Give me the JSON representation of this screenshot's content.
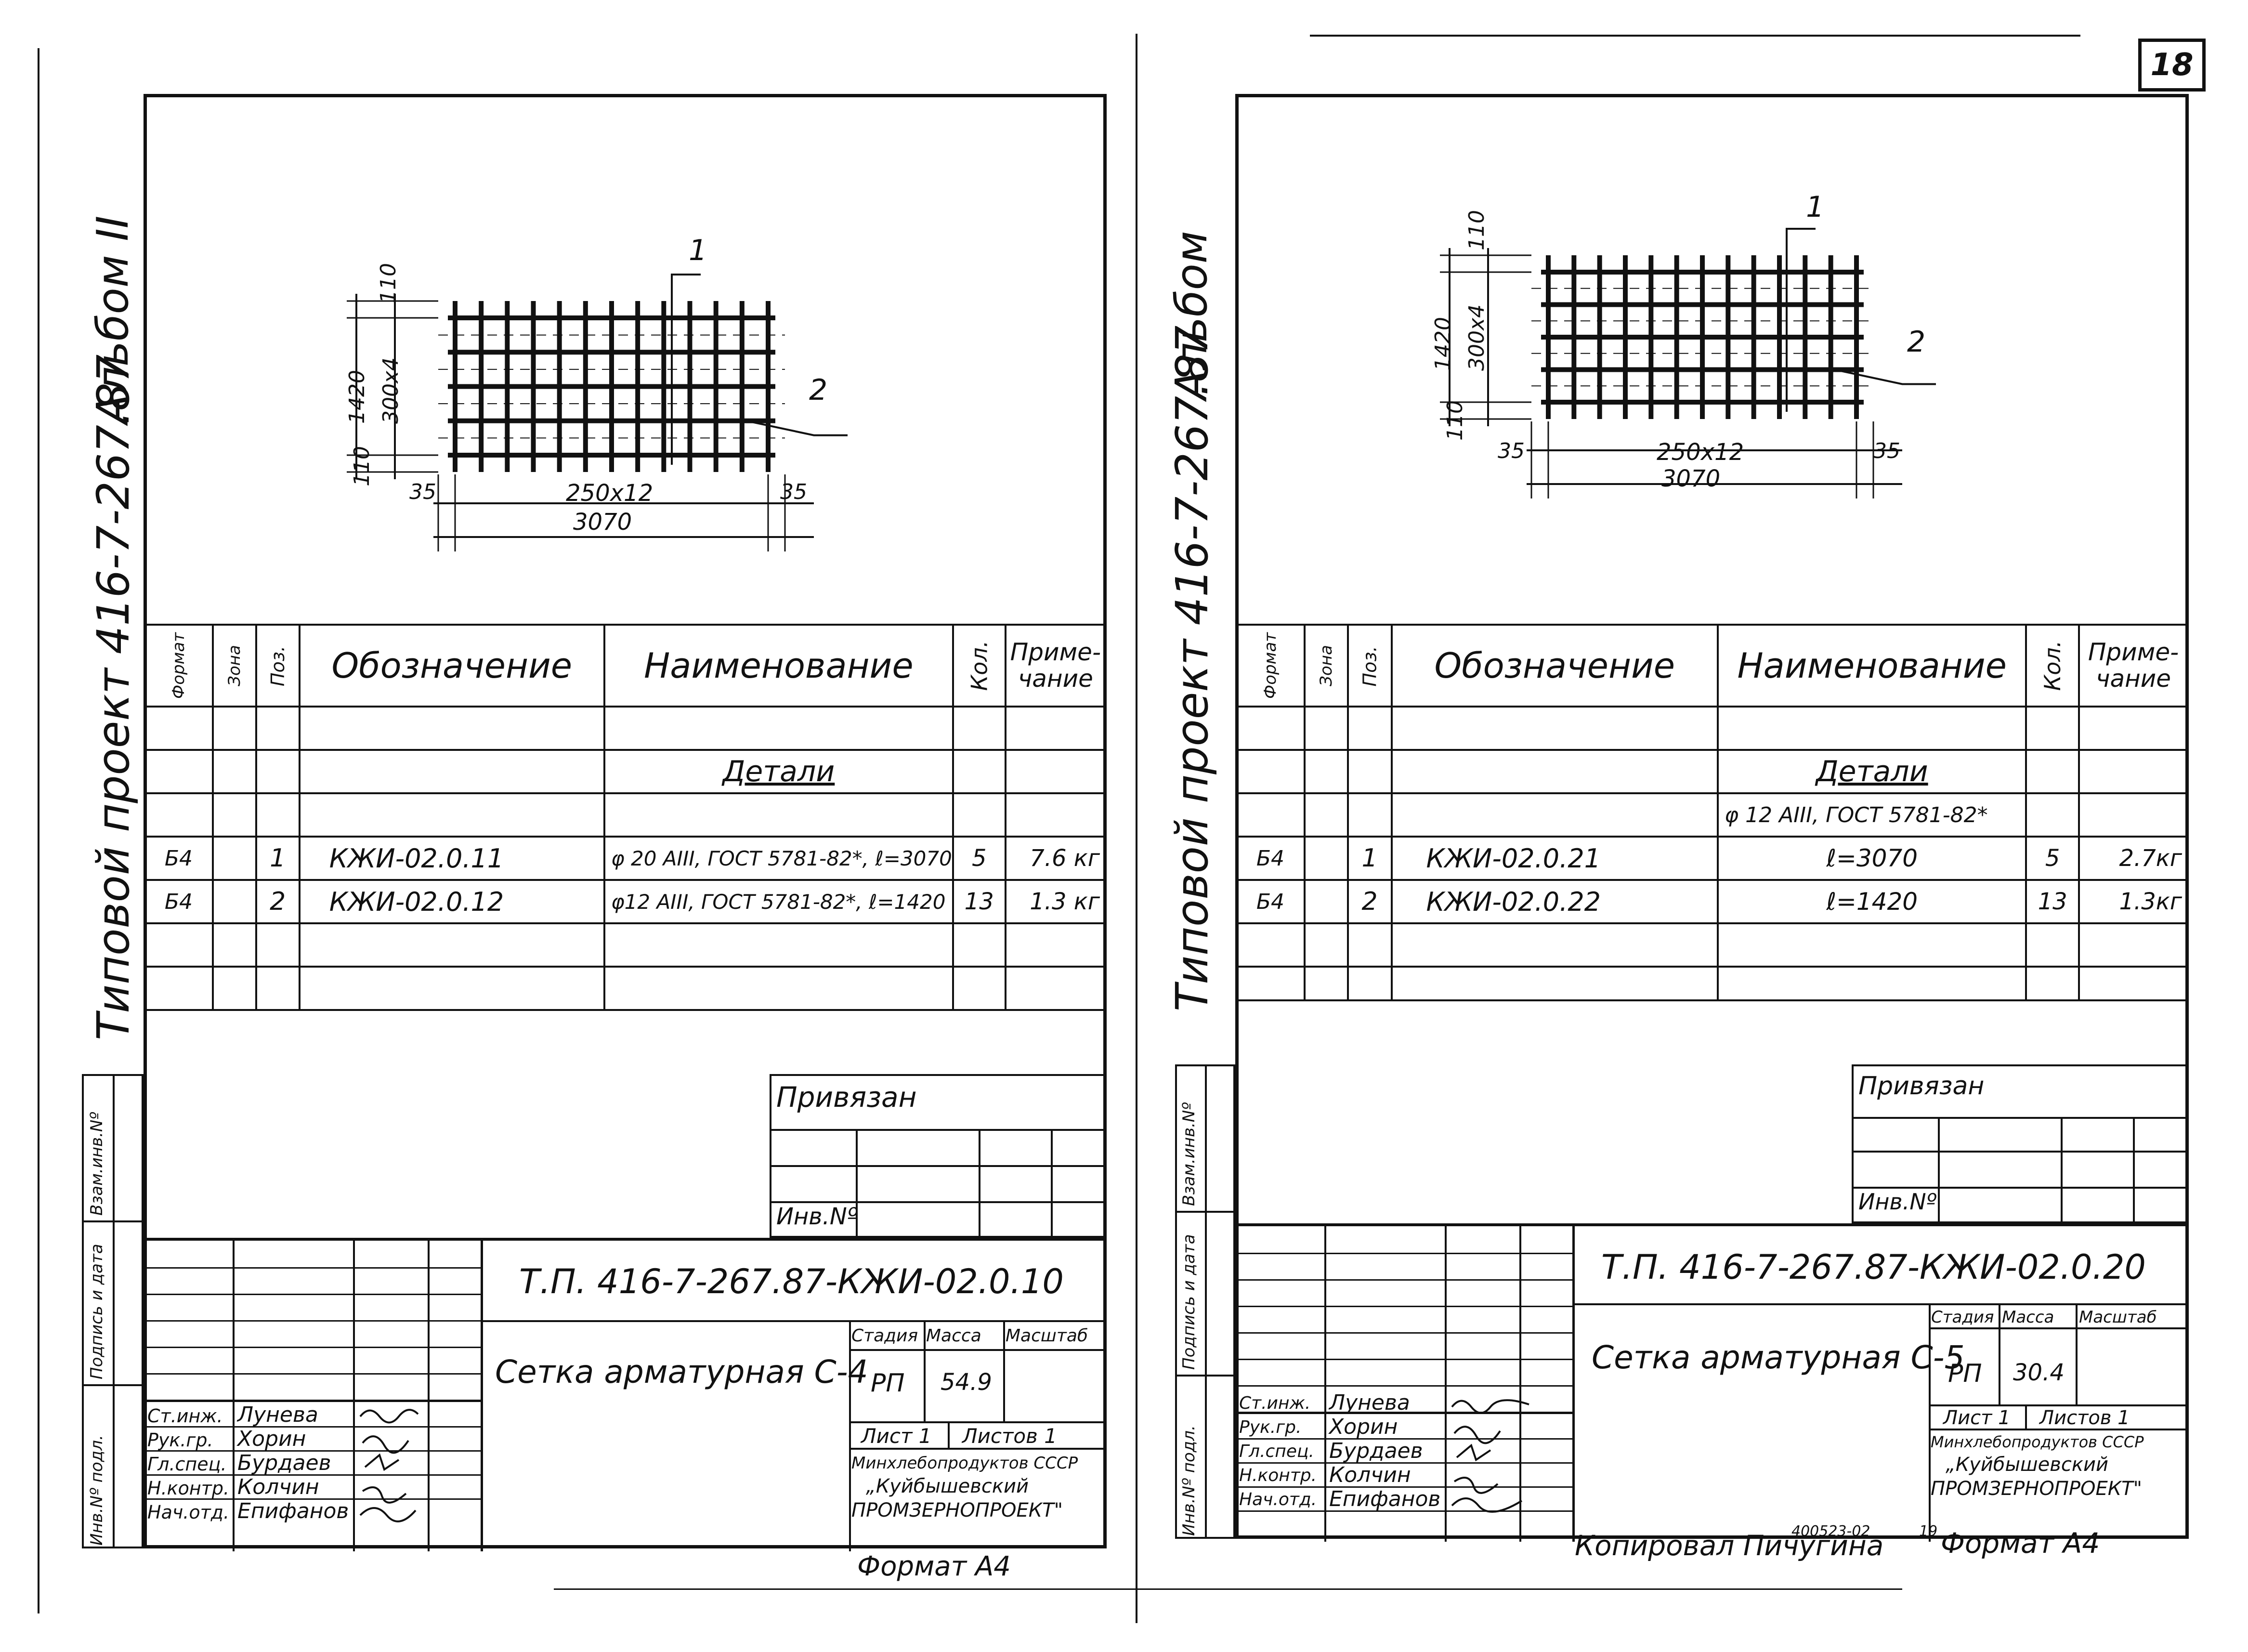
{
  "page_number": "18",
  "bottom_note": {
    "copied_by": "Копировал Пичугина",
    "doc_number": "400523-02",
    "page": "19"
  },
  "sheets": [
    {
      "side_album": "Альбом II",
      "side_project": "Типовой проект 416-7-267.87",
      "drawing": {
        "pos1": "1",
        "pos2": "2",
        "dim_110_top": "110",
        "dim_1420": "1420",
        "dim_300x4": "300х4",
        "dim_110_bottom": "110",
        "dim_35_left": "35",
        "dim_35_right": "35",
        "dim_250x12": "250х12",
        "dim_3070": "3070"
      },
      "spec_headers": {
        "format": "Формат",
        "zone": "Зона",
        "pos": "Поз.",
        "designation": "Обозначение",
        "name": "Наименование",
        "qty": "Кол.",
        "note": "Приме-чание"
      },
      "section_title": "Детали",
      "material_line": "",
      "rows": [
        {
          "format": "Б4",
          "pos": "1",
          "designation": "КЖИ-02.0.11",
          "name": "φ 20 АIII, ГОСТ 5781-82*, ℓ=3070",
          "qty": "5",
          "note": "7.6 кг"
        },
        {
          "format": "Б4",
          "pos": "2",
          "designation": "КЖИ-02.0.12",
          "name": "φ12 АIII, ГОСТ 5781-82*, ℓ=1420",
          "qty": "13",
          "note": "1.3 кг"
        }
      ],
      "tied": {
        "label": "Привязан",
        "inv_no": "Инв.Nº"
      },
      "side_stamp": {
        "inv": "Инв.Nº подл.",
        "sign": "Подпись и дата",
        "replace": "Взам.инв.Nº"
      },
      "title_block": {
        "code": "Т.П. 416-7-267.87-КЖИ-02.0.10",
        "title": "Сетка арматурная С-4",
        "stage_label": "Стадия",
        "mass_label": "Масса",
        "scale_label": "Масштаб",
        "stage": "РП",
        "mass": "54.9",
        "scale": "",
        "sheet": "Лист 1",
        "sheets": "Листов 1",
        "org_1": "Минхлебопродуктов СССР",
        "org_2": "„Куйбышевский",
        "org_3": "ПРОМЗЕРНОПРОЕКТ\"",
        "staff": [
          {
            "role": "Ст.инж.",
            "name": "Лунева"
          },
          {
            "role": "Рук.гр.",
            "name": "Хорин"
          },
          {
            "role": "Гл.спец.",
            "name": "Бурдаев"
          },
          {
            "role": "Н.контр.",
            "name": "Колчин"
          },
          {
            "role": "Нач.отд.",
            "name": "Епифанов"
          }
        ]
      },
      "format_label": "Формат А4"
    },
    {
      "side_album": "Альбом",
      "side_project": "Типовой проект 416-7-267.87",
      "drawing": {
        "pos1": "1",
        "pos2": "2",
        "dim_110_top": "110",
        "dim_1420": "1420",
        "dim_300x4": "300х4",
        "dim_110_bottom": "110",
        "dim_35_left": "35",
        "dim_35_right": "35",
        "dim_250x12": "250х12",
        "dim_3070": "3070"
      },
      "spec_headers": {
        "format": "Формат",
        "zone": "Зона",
        "pos": "Поз.",
        "designation": "Обозначение",
        "name": "Наименование",
        "qty": "Кол.",
        "note": "Приме-чание"
      },
      "section_title": "Детали",
      "material_line": "φ 12 АIII, ГОСТ 5781-82*",
      "rows": [
        {
          "format": "Б4",
          "pos": "1",
          "designation": "КЖИ-02.0.21",
          "name": "ℓ=3070",
          "qty": "5",
          "note": "2.7кг"
        },
        {
          "format": "Б4",
          "pos": "2",
          "designation": "КЖИ-02.0.22",
          "name": "ℓ=1420",
          "qty": "13",
          "note": "1.3кг"
        }
      ],
      "tied": {
        "label": "Привязан",
        "inv_no": "Инв.Nº"
      },
      "side_stamp": {
        "inv": "Инв.Nº подл.",
        "sign": "Подпись и дата",
        "replace": "Взам.инв.Nº"
      },
      "title_block": {
        "code": "Т.П. 416-7-267.87-КЖИ-02.0.20",
        "title": "Сетка арматурная С-5",
        "stage_label": "Стадия",
        "mass_label": "Масса",
        "scale_label": "Масштаб",
        "stage": "РП",
        "mass": "30.4",
        "scale": "",
        "sheet": "Лист 1",
        "sheets": "Листов 1",
        "org_1": "Минхлебопродуктов СССР",
        "org_2": "„Куйбышевский",
        "org_3": "ПРОМЗЕРНОПРОЕКТ\"",
        "staff": [
          {
            "role": "Ст.инж.",
            "name": "Лунева"
          },
          {
            "role": "Рук.гр.",
            "name": "Хорин"
          },
          {
            "role": "Гл.спец.",
            "name": "Бурдаев"
          },
          {
            "role": "Н.контр.",
            "name": "Колчин"
          },
          {
            "role": "Нач.отд.",
            "name": "Епифанов"
          }
        ]
      },
      "format_label": "Формат А4"
    }
  ]
}
